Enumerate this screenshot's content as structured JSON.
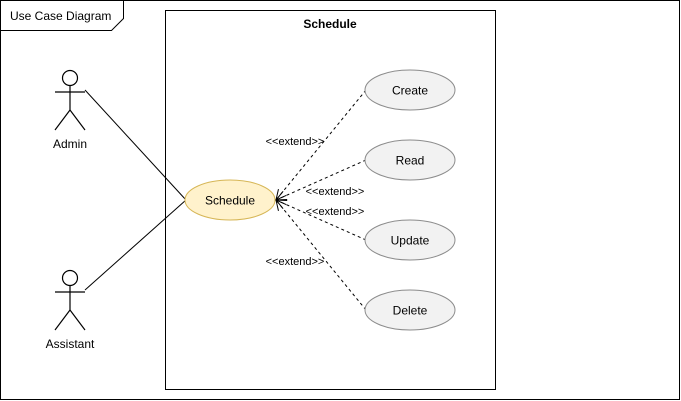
{
  "frame": {
    "title": "Use Case Diagram"
  },
  "system": {
    "title": "Schedule"
  },
  "actors": [
    {
      "id": "admin",
      "label": "Admin"
    },
    {
      "id": "assistant",
      "label": "Assistant"
    }
  ],
  "use_cases": {
    "main": "Schedule",
    "items": [
      {
        "id": "create",
        "label": "Create"
      },
      {
        "id": "read",
        "label": "Read"
      },
      {
        "id": "update",
        "label": "Update"
      },
      {
        "id": "delete",
        "label": "Delete"
      }
    ]
  },
  "relations": {
    "extend_label": "<<extend>>",
    "associations": [
      {
        "from": "admin",
        "to": "Schedule"
      },
      {
        "from": "assistant",
        "to": "Schedule"
      }
    ],
    "extends": [
      {
        "from": "create",
        "to": "Schedule"
      },
      {
        "from": "read",
        "to": "Schedule"
      },
      {
        "from": "update",
        "to": "Schedule"
      },
      {
        "from": "delete",
        "to": "Schedule"
      }
    ]
  },
  "colors": {
    "main_use_case_fill": "#fff2cc",
    "main_use_case_stroke": "#d6b656",
    "use_case_fill": "#f2f2f2",
    "use_case_stroke": "#8c8c8c"
  }
}
